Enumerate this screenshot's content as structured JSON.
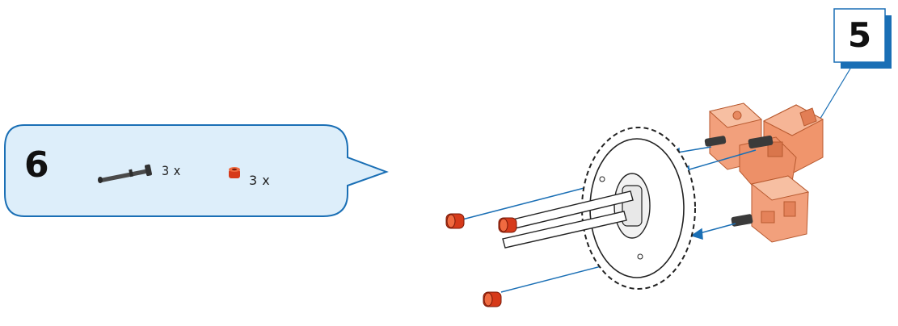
{
  "step": {
    "number": "6",
    "parts": [
      {
        "icon": "axle-pin-icon",
        "quantity_label": "3 x"
      },
      {
        "icon": "red-bushing-icon",
        "quantity_label": "3 x"
      }
    ]
  },
  "previous_step_reference": {
    "number": "5"
  },
  "colors": {
    "accent_blue": "#1a6fb5",
    "bubble_fill": "#ddeefa",
    "part_orange": "#e07a4a",
    "bushing_red": "#d63a1a",
    "pin_dark": "#3a3a3a"
  }
}
